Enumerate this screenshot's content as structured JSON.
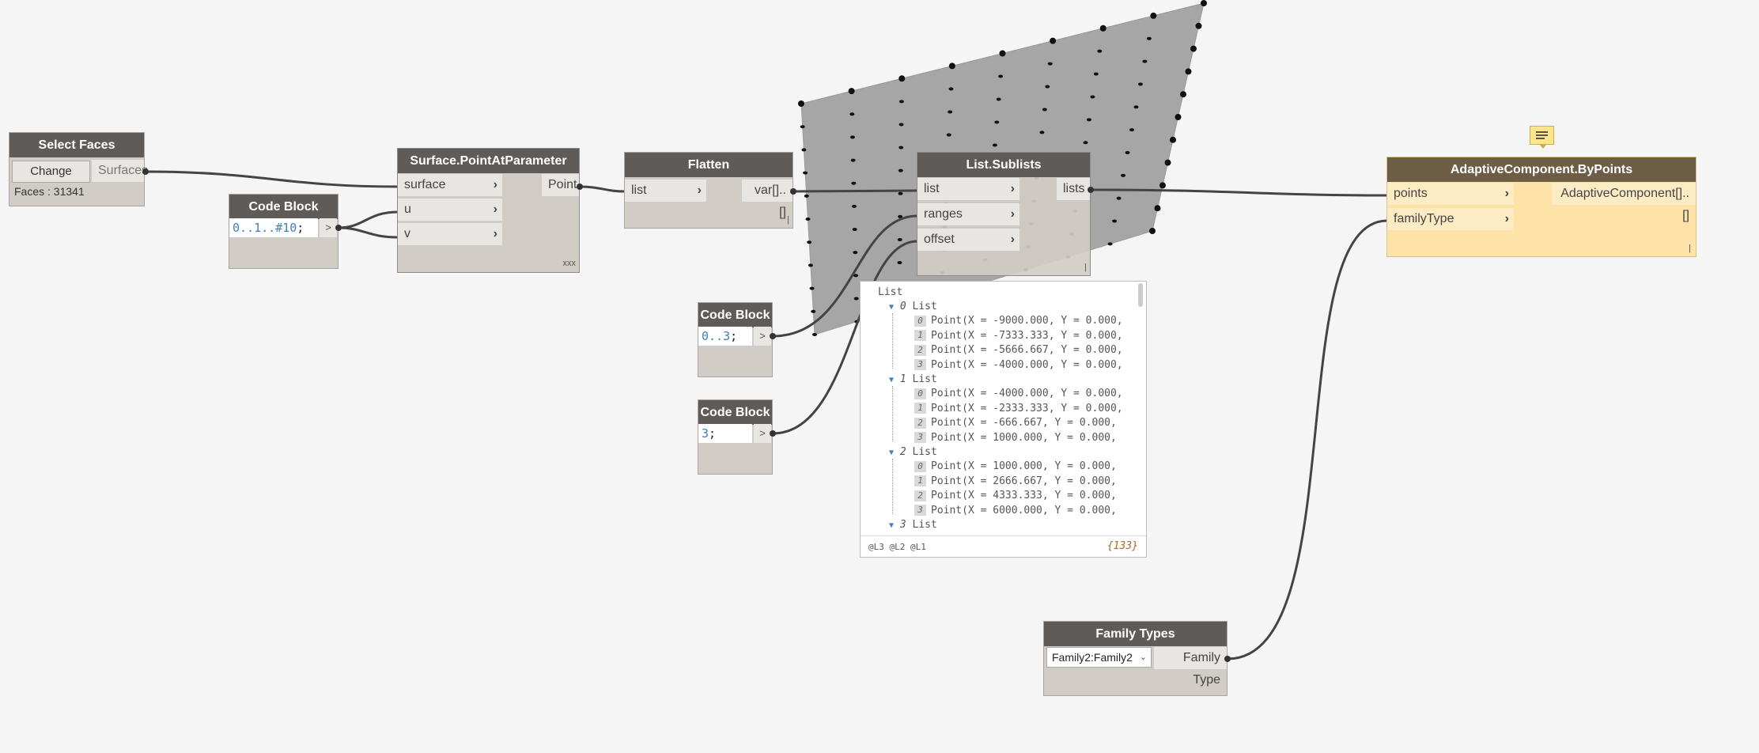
{
  "nodes": {
    "select_faces": {
      "title": "Select Faces",
      "change_label": "Change",
      "output": "Surfaces",
      "info": "Faces : 31341"
    },
    "code_block_uv": {
      "title": "Code Block",
      "code_num1": "0",
      "code_dots1": "..",
      "code_num2": "1",
      "code_dots2": "..#",
      "code_num3": "10",
      "code_end": ";",
      "out": ">"
    },
    "point_at_param": {
      "title": "Surface.PointAtParameter",
      "in1": "surface",
      "in2": "u",
      "in3": "v",
      "output": "Point",
      "lacing": "xxx"
    },
    "flatten": {
      "title": "Flatten",
      "input": "list",
      "output": "var[]..[]"
    },
    "sublists": {
      "title": "List.Sublists",
      "in1": "list",
      "in2": "ranges",
      "in3": "offset",
      "output": "lists"
    },
    "code_block_range": {
      "title": "Code Block",
      "code_num1": "0",
      "code_dots": "..",
      "code_num2": "3",
      "code_end": ";",
      "out": ">"
    },
    "code_block_offset": {
      "title": "Code Block",
      "code_num": "3",
      "code_end": ";",
      "out": ">"
    },
    "adaptive": {
      "title": "AdaptiveComponent.ByPoints",
      "in1": "points",
      "in2": "familyType",
      "output": "AdaptiveComponent[]..[]"
    },
    "family_types": {
      "title": "Family Types",
      "selected": "Family2:Family2",
      "output": "Family Type"
    }
  },
  "preview": {
    "root": "List",
    "groups": [
      {
        "index": "0",
        "label": "List",
        "items": [
          {
            "i": "0",
            "text": "Point(X = -9000.000, Y = 0.000,"
          },
          {
            "i": "1",
            "text": "Point(X = -7333.333, Y = 0.000,"
          },
          {
            "i": "2",
            "text": "Point(X = -5666.667, Y = 0.000,"
          },
          {
            "i": "3",
            "text": "Point(X = -4000.000, Y = 0.000,"
          }
        ]
      },
      {
        "index": "1",
        "label": "List",
        "items": [
          {
            "i": "0",
            "text": "Point(X = -4000.000, Y = 0.000,"
          },
          {
            "i": "1",
            "text": "Point(X = -2333.333, Y = 0.000,"
          },
          {
            "i": "2",
            "text": "Point(X = -666.667, Y = 0.000,"
          },
          {
            "i": "3",
            "text": "Point(X = 1000.000, Y = 0.000,"
          }
        ]
      },
      {
        "index": "2",
        "label": "List",
        "items": [
          {
            "i": "0",
            "text": "Point(X = 1000.000, Y = 0.000,"
          },
          {
            "i": "1",
            "text": "Point(X = 2666.667, Y = 0.000,"
          },
          {
            "i": "2",
            "text": "Point(X = 4333.333, Y = 0.000,"
          },
          {
            "i": "3",
            "text": "Point(X = 6000.000, Y = 0.000,"
          }
        ]
      }
    ],
    "next_index": "3",
    "next_label": "List",
    "levels": "@L3 @L2 @L1",
    "count": "{133}"
  },
  "colors": {
    "background": "#f5f5f5",
    "node_header": "#5f5b58",
    "node_body": "#d1cdc6",
    "adaptive_header": "#6d5d45",
    "adaptive_body": "#fde3a7",
    "surface_fill": "#a6a6a6",
    "wire": "#444444"
  }
}
